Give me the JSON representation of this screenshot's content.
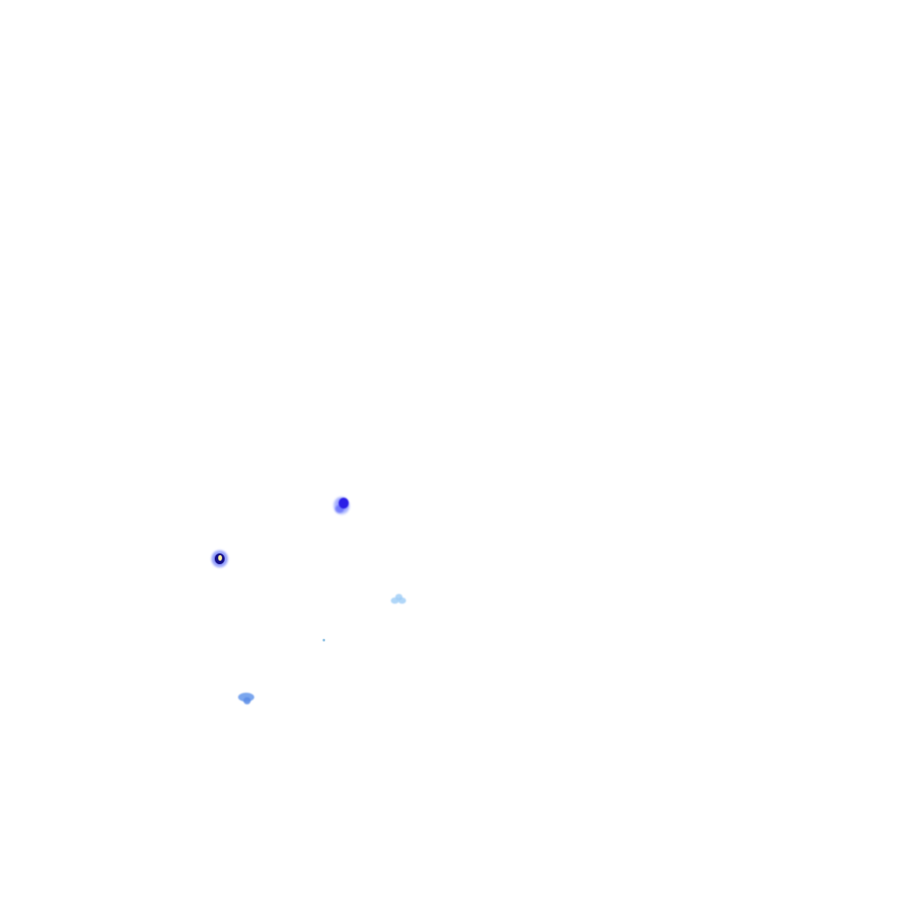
{
  "scene": {
    "background_color": "#ffffff",
    "blobs": [
      {
        "name": "blue-blob-large",
        "color": "#2a1ee6"
      },
      {
        "name": "ringed-blob-yellow-center",
        "color": "#14108a",
        "center_color": "#fff4a8"
      },
      {
        "name": "light-blue-cluster",
        "color": "#96c8f5"
      },
      {
        "name": "tiny-speck",
        "color": "#78b4dc"
      },
      {
        "name": "blue-wedge-blob",
        "color": "#6496eb"
      }
    ]
  }
}
